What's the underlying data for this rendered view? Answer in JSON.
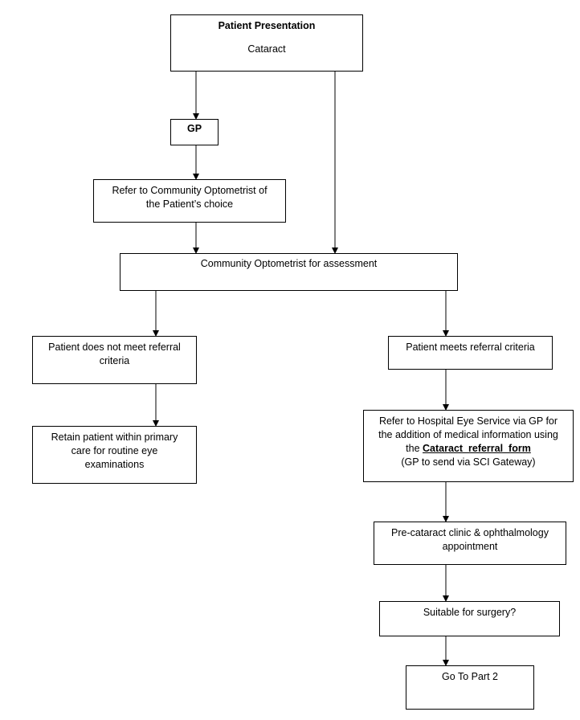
{
  "nodes": {
    "presentation": {
      "title": "Patient Presentation",
      "subtitle": "Cataract"
    },
    "gp": {
      "label": "GP"
    },
    "refer_optometrist": {
      "line1": "Refer to Community Optometrist of",
      "line2": "the Patient’s choice"
    },
    "assessment": {
      "label": "Community Optometrist for assessment"
    },
    "not_meet": {
      "line1": "Patient does not meet referral",
      "line2": "criteria"
    },
    "meets": {
      "label": "Patient meets referral criteria"
    },
    "retain": {
      "line1": "Retain patient within primary",
      "line2": "care for routine eye",
      "line3": "examinations"
    },
    "refer_hospital": {
      "line1": "Refer to Hospital Eye Service via GP for",
      "line2": "the addition of medical information using",
      "line3_prefix": "the ",
      "link_text": "Cataract  referral  form",
      "line4": "(GP to send via SCI Gateway)"
    },
    "pre_cataract": {
      "line1": "Pre-cataract clinic & ophthalmology",
      "line2": "appointment"
    },
    "suitable": {
      "label": "Suitable for surgery?"
    },
    "part2": {
      "label": "Go To Part 2"
    }
  },
  "colors": {
    "stroke": "#000000",
    "background": "#ffffff"
  }
}
